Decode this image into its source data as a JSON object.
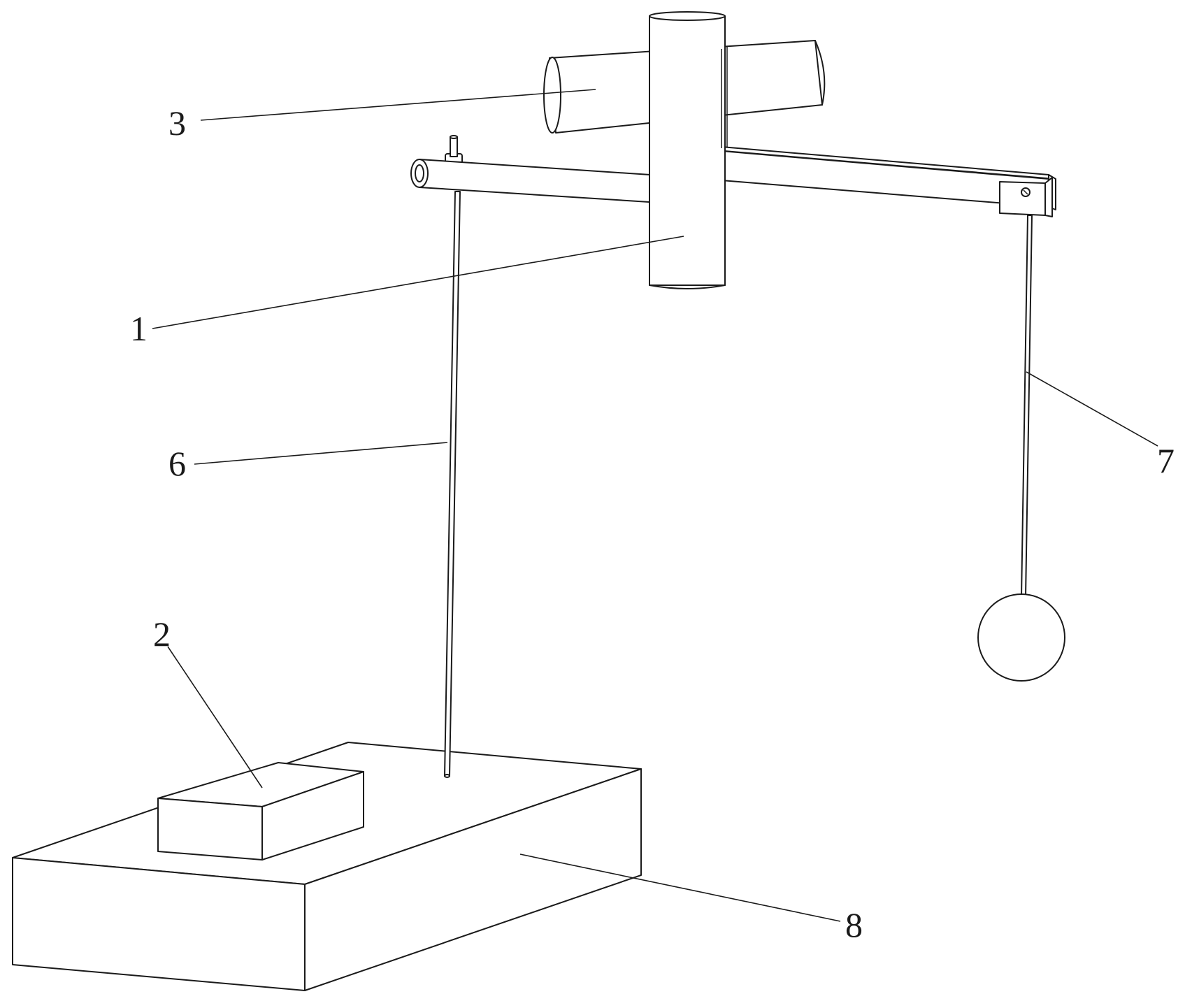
{
  "figure": {
    "labels": [
      {
        "id": "label-1",
        "text": "1"
      },
      {
        "id": "label-2",
        "text": "2"
      },
      {
        "id": "label-3",
        "text": "3"
      },
      {
        "id": "label-6",
        "text": "6"
      },
      {
        "id": "label-7",
        "text": "7"
      },
      {
        "id": "label-8",
        "text": "8"
      }
    ],
    "colors": {
      "line": "#1a1a1a",
      "background": "#ffffff"
    }
  }
}
